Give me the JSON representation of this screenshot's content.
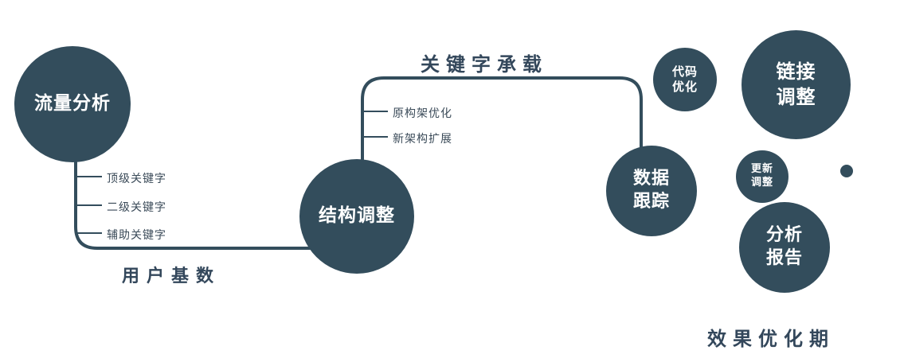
{
  "colors": {
    "node_fill": "#334D5C",
    "node_text": "#FFFFFF",
    "line": "#334D5C",
    "label_text": "#33475B",
    "background": "#FFFFFF"
  },
  "nodes": {
    "traffic_analysis": {
      "label": "流量分析"
    },
    "structure_adjust": {
      "label": "结构调整"
    },
    "data_tracking": {
      "line1": "数据",
      "line2": "跟踪"
    },
    "code_optimization": {
      "line1": "代码",
      "line2": "优化"
    },
    "link_adjustment": {
      "line1": "链接",
      "line2": "调整"
    },
    "update_adjustment": {
      "line1": "更新",
      "line2": "调整"
    },
    "analysis_report": {
      "line1": "分析",
      "line2": "报告"
    }
  },
  "edge_labels": {
    "user_base": "用户基数",
    "keyword_carrying": "关键字承载"
  },
  "traffic_branches": [
    {
      "label": "顶级关键字"
    },
    {
      "label": "二级关键字"
    },
    {
      "label": "辅助关键字"
    }
  ],
  "structure_branches": [
    {
      "label": "原构架优化"
    },
    {
      "label": "新架构扩展"
    }
  ],
  "caption": "效果优化期"
}
